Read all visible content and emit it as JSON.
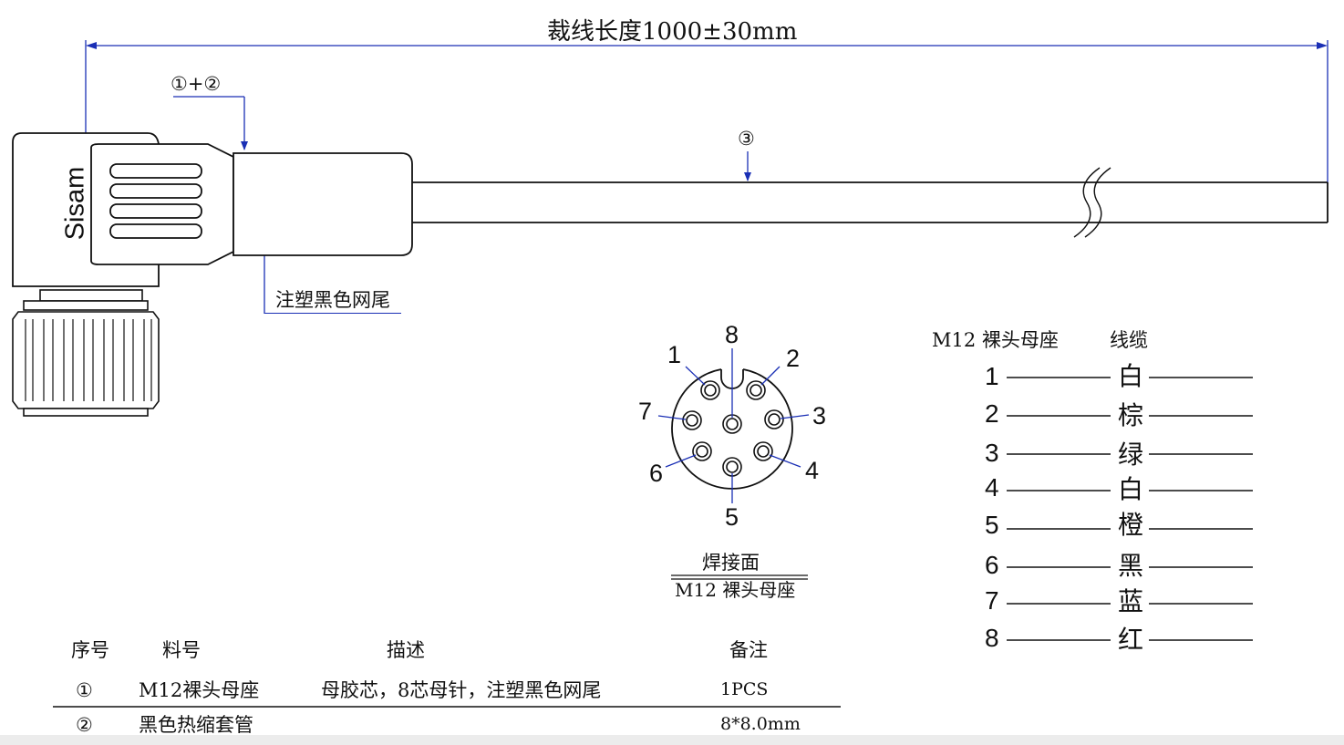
{
  "dimension": {
    "label": "裁线长度1000±30mm"
  },
  "callouts": {
    "c12": "①+②",
    "c3": "③",
    "overmold": "注塑黑色网尾"
  },
  "connector": {
    "brand": "Sisam"
  },
  "face": {
    "pins": [
      "1",
      "2",
      "3",
      "4",
      "5",
      "6",
      "7",
      "8"
    ],
    "caption_top": "焊接面",
    "caption_bottom": "M12 裸头母座"
  },
  "wiring": {
    "header_left": "M12 裸头母座",
    "header_right": "线缆",
    "rows": [
      {
        "pin": "1",
        "color": "白"
      },
      {
        "pin": "2",
        "color": "棕"
      },
      {
        "pin": "3",
        "color": "绿"
      },
      {
        "pin": "4",
        "color": "白"
      },
      {
        "pin": "5",
        "color": "橙"
      },
      {
        "pin": "6",
        "color": "黑"
      },
      {
        "pin": "7",
        "color": "蓝"
      },
      {
        "pin": "8",
        "color": "红"
      }
    ]
  },
  "bom": {
    "headers": {
      "seq": "序号",
      "part": "料号",
      "desc": "描述",
      "note": "备注"
    },
    "rows": [
      {
        "seq": "①",
        "part": "M12裸头母座",
        "desc": "母胶芯，8芯母针，注塑黑色网尾",
        "note": "1PCS"
      },
      {
        "seq": "②",
        "part": "黑色热缩套管",
        "desc": "",
        "note": "8*8.0mm"
      }
    ]
  },
  "colors": {
    "line": "#111111",
    "annotation": "#1a2fb5"
  }
}
